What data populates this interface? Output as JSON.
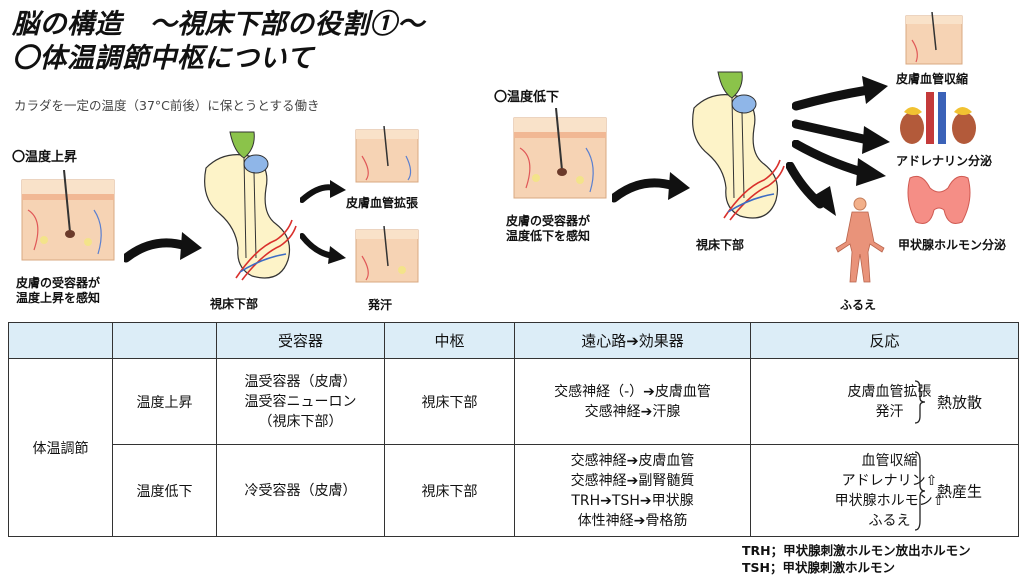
{
  "header": {
    "title_line1": "脳の構造　～視床下部の役割①～",
    "title_line2": "〇体温調節中枢について",
    "subtitle": "カラダを一定の温度（37°C前後）に保とうとする働き"
  },
  "left_diagram": {
    "heading": "〇温度上昇",
    "skin_label_line1": "皮膚の受容器が",
    "skin_label_line2": "温度上昇を感知",
    "hypothalamus_label": "視床下部",
    "outcome1": "皮膚血管拡張",
    "outcome2": "発汗"
  },
  "right_diagram": {
    "heading": "〇温度低下",
    "skin_label_line1": "皮膚の受容器が",
    "skin_label_line2": "温度低下を感知",
    "hypothalamus_label": "視床下部",
    "outcome1": "皮膚血管収縮",
    "outcome2": "アドレナリン分泌",
    "outcome3": "甲状腺ホルモン分泌",
    "outcome4": "ふるえ"
  },
  "table": {
    "headers": [
      "",
      "",
      "受容器",
      "中枢",
      "遠心路➔効果器",
      "反応"
    ],
    "group_label": "体温調節",
    "rows": [
      {
        "condition": "温度上昇",
        "receptor": [
          "温受容器（皮膚）",
          "温受容ニューロン",
          "（視床下部）"
        ],
        "center": "視床下部",
        "efferent": [
          "交感神経（-）➔皮膚血管",
          "交感神経➔汗腺"
        ],
        "reaction": [
          "皮膚血管拡張",
          "発汗"
        ],
        "effect": "熱放散"
      },
      {
        "condition": "温度低下",
        "receptor": [
          "冷受容器（皮膚）"
        ],
        "center": "視床下部",
        "efferent": [
          "交感神経➔皮膚血管",
          "交感神経➔副腎髄質",
          "TRH➔TSH➔甲状腺",
          "体性神経➔骨格筋"
        ],
        "reaction": [
          "血管収縮",
          "アドレナリン⇧",
          "甲状腺ホルモン⇧",
          "ふるえ"
        ],
        "effect": "熱産生"
      }
    ]
  },
  "footnotes": {
    "trh": "TRH；甲状腺刺激ホルモン放出ホルモン",
    "tsh": "TSH；甲状腺刺激ホルモン"
  },
  "colors": {
    "header_bg": "#dcedf7",
    "skin": "#f6d3b4",
    "brain_gland": "#fdf3c8",
    "green": "#8bc34a",
    "blue": "#8fb6e8",
    "vessel_red": "#d9302c",
    "vessel_blue": "#3d6cc4"
  }
}
